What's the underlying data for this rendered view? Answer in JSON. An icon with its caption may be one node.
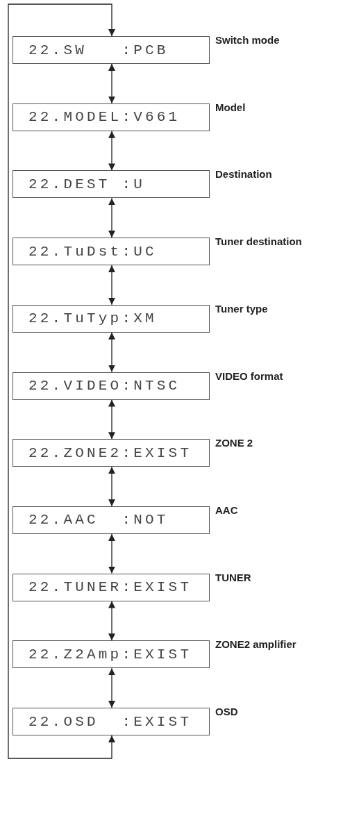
{
  "diagram": {
    "nodes": [
      {
        "text": [
          "22.SW   :PCB"
        ],
        "beside": [
          "Switch mode"
        ]
      },
      {
        "text": [
          "22.MODEL:V661"
        ],
        "beside": [
          "Model"
        ]
      },
      {
        "text": [
          "22.DEST :U"
        ],
        "beside": [
          "Destination"
        ]
      },
      {
        "text": [
          "22.TuDst:UC"
        ],
        "beside": [
          "Tuner destination"
        ]
      },
      {
        "text": [
          "22.TuTyp:XM"
        ],
        "beside": [
          "Tuner type"
        ]
      },
      {
        "text": [
          "22.VIDEO:NTSC"
        ],
        "beside": [
          "VIDEO format"
        ]
      },
      {
        "text": [
          "22.ZONE2:EXIST"
        ],
        "beside": [
          "ZONE 2"
        ]
      },
      {
        "text": [
          "22.AAC  :NOT"
        ],
        "beside": [
          "AAC"
        ]
      },
      {
        "text": [
          "22.TUNER:EXIST"
        ],
        "beside": [
          "TUNER"
        ]
      },
      {
        "text": [
          "22.Z2Amp:EXIST"
        ],
        "beside": [
          "ZONE2 amplifier"
        ]
      },
      {
        "text": [
          "22.OSD  :EXIST"
        ],
        "beside": [
          "OSD"
        ]
      }
    ],
    "edges": [
      {
        "from": 0,
        "to": 1,
        "arrow": "both"
      },
      {
        "from": 1,
        "to": 2,
        "arrow": "both"
      },
      {
        "from": 2,
        "to": 3,
        "arrow": "both"
      },
      {
        "from": 3,
        "to": 4,
        "arrow": "both"
      },
      {
        "from": 4,
        "to": 5,
        "arrow": "both"
      },
      {
        "from": 5,
        "to": 6,
        "arrow": "both"
      },
      {
        "from": 6,
        "to": 7,
        "arrow": "both"
      },
      {
        "from": 7,
        "to": 8,
        "arrow": "both"
      },
      {
        "from": 8,
        "to": 9,
        "arrow": "both"
      },
      {
        "from": 9,
        "to": 10,
        "arrow": "both"
      },
      {
        "from": 10,
        "to": 0,
        "arrow": "both"
      }
    ]
  }
}
